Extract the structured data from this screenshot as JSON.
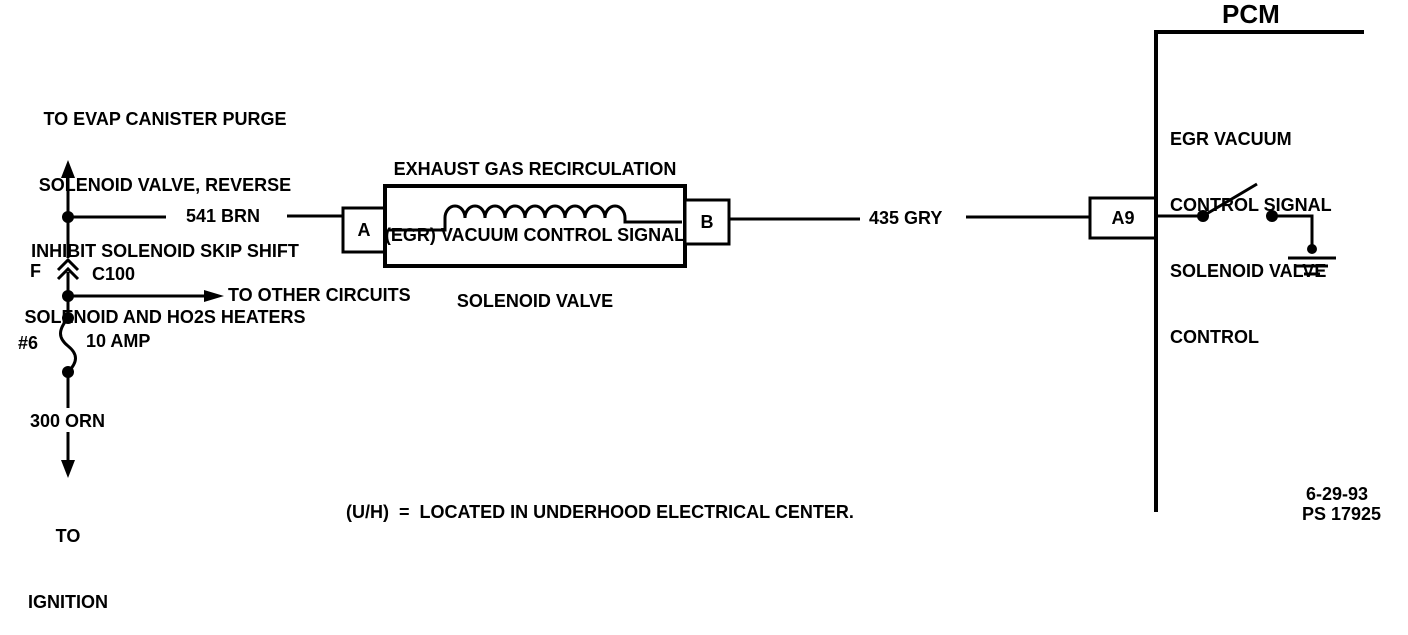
{
  "top_left_destination": [
    "TO EVAP CANISTER PURGE",
    "SOLENOID VALVE, REVERSE",
    "INHIBIT SOLENOID SKIP SHIFT",
    "SOLENOID AND HO2S HEATERS"
  ],
  "solenoid_title": [
    "EXHAUST GAS RECIRCULATION",
    "(EGR) VACUUM CONTROL SIGNAL",
    "SOLENOID VALVE"
  ],
  "wire_left": "541 BRN",
  "wire_right": "435 GRY",
  "terminal_a": "A",
  "terminal_b": "B",
  "pcm_terminal": "A9",
  "pcm_title": "PCM",
  "pcm_control_label": [
    "EGR VACUUM",
    "CONTROL SIGNAL",
    "SOLENOID VALVE",
    "CONTROL"
  ],
  "connector_pin": "F",
  "connector_name": "C100",
  "other_circuits": "TO OTHER CIRCUITS",
  "fuse_number": "#6",
  "fuse_rating": "10 AMP",
  "wire_feed": "300 ORN",
  "bottom_destination": [
    "TO",
    "IGNITION"
  ],
  "footnote": "(U/H)  =  LOCATED IN UNDERHOOD ELECTRICAL CENTER.",
  "date_code": "6-29-93",
  "ps_code": "PS 17925"
}
